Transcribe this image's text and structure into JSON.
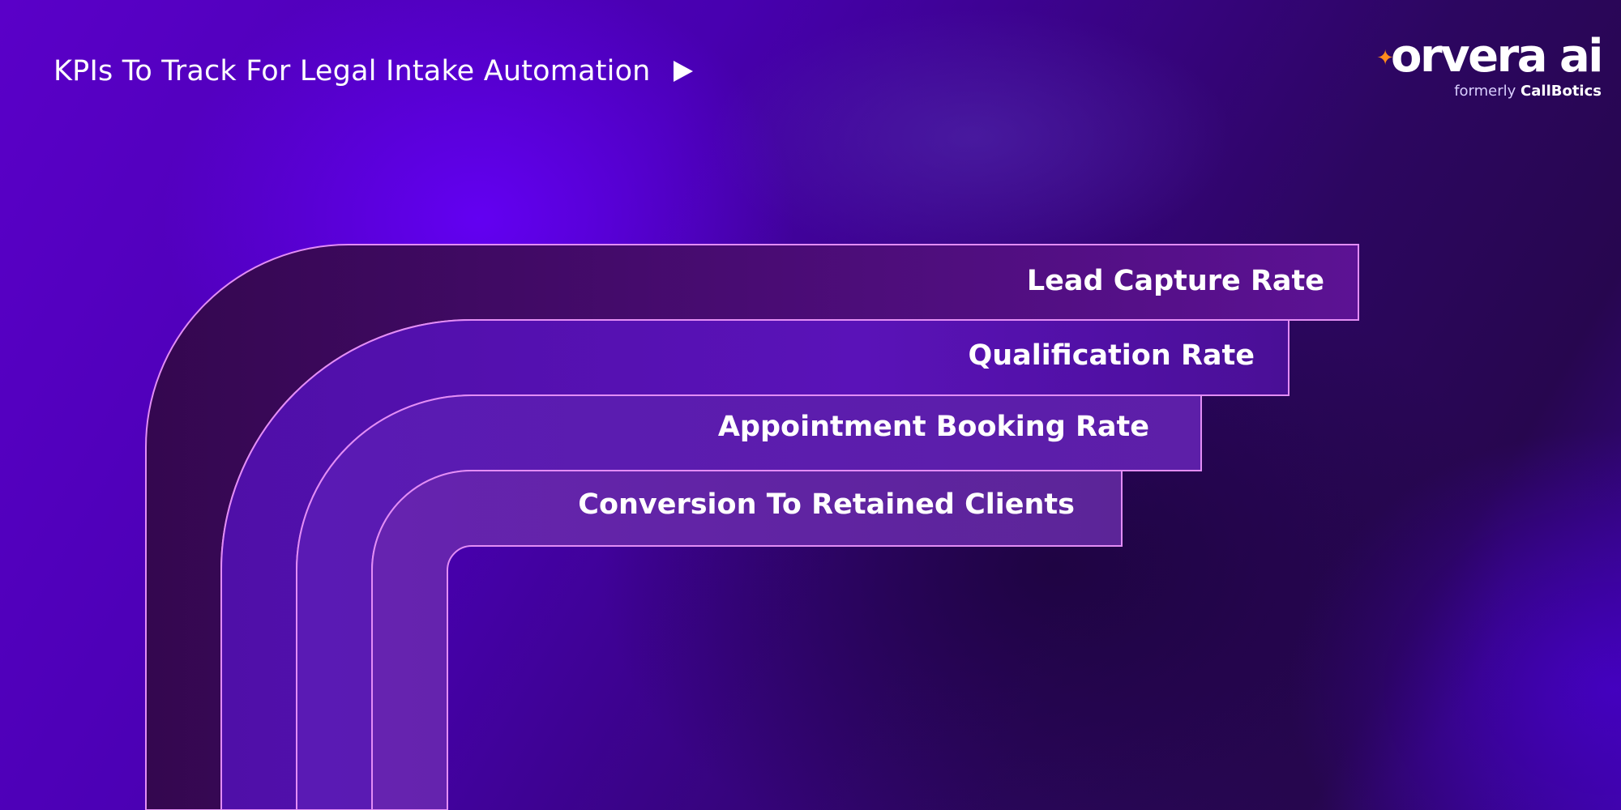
{
  "header": {
    "title": "KPIs To Track For Legal Intake Automation",
    "play_icon": "play-triangle-icon"
  },
  "logo": {
    "wordmark": "orvera ai",
    "star_icon": "sparkle-star-icon",
    "star_color": "#ff8a1c",
    "former_text": "formerly",
    "former_brand": "CallBotics"
  },
  "stages": [
    {
      "label": "Lead Capture Rate"
    },
    {
      "label": "Qualification Rate"
    },
    {
      "label": "Appointment Booking Rate"
    },
    {
      "label": "Conversion To Retained Clients"
    }
  ],
  "colors": {
    "band_outline": "#e38df5",
    "band_1_fill": "#3a0858",
    "band_1_fill_end": "#5c1090"
  }
}
